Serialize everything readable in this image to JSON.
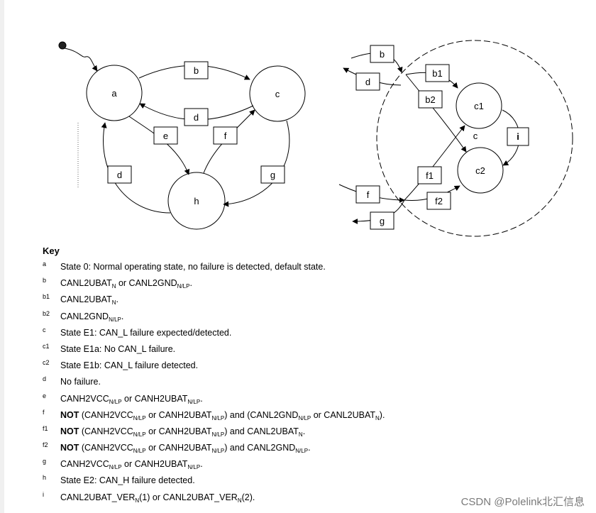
{
  "diagram_left": {
    "states": [
      {
        "id": "a",
        "label": "a"
      },
      {
        "id": "c",
        "label": "c"
      },
      {
        "id": "h",
        "label": "h"
      }
    ],
    "transitions": [
      {
        "id": "b-top",
        "label": "b"
      },
      {
        "id": "d-mid",
        "label": "d"
      },
      {
        "id": "e",
        "label": "e"
      },
      {
        "id": "f",
        "label": "f"
      },
      {
        "id": "d-left",
        "label": "d"
      },
      {
        "id": "g",
        "label": "g"
      }
    ]
  },
  "diagram_right": {
    "outer_state_label": "c",
    "states": [
      {
        "id": "c1",
        "label": "c1"
      },
      {
        "id": "c2",
        "label": "c2"
      }
    ],
    "transitions": [
      {
        "id": "b",
        "label": "b"
      },
      {
        "id": "d",
        "label": "d"
      },
      {
        "id": "b1",
        "label": "b1"
      },
      {
        "id": "b2",
        "label": "b2"
      },
      {
        "id": "i",
        "label": "i"
      },
      {
        "id": "f1",
        "label": "f1"
      },
      {
        "id": "f",
        "label": "f"
      },
      {
        "id": "f2",
        "label": "f2"
      },
      {
        "id": "g",
        "label": "g"
      }
    ]
  },
  "key": {
    "title": "Key",
    "items": [
      {
        "letter": "a",
        "parts": [
          {
            "t": "State 0: Normal operating state, no failure is detected, default state."
          }
        ]
      },
      {
        "letter": "b",
        "parts": [
          {
            "t": "CANL2UBAT"
          },
          {
            "sub": "N"
          },
          {
            "t": " or CANL2GND"
          },
          {
            "sub": "N/LP"
          },
          {
            "t": "."
          }
        ]
      },
      {
        "letter": "b1",
        "parts": [
          {
            "t": "CANL2UBAT"
          },
          {
            "sub": "N"
          },
          {
            "t": "."
          }
        ]
      },
      {
        "letter": "b2",
        "parts": [
          {
            "t": "CANL2GND"
          },
          {
            "sub": "N/LP"
          },
          {
            "t": "."
          }
        ]
      },
      {
        "letter": "c",
        "parts": [
          {
            "t": "State E1: CAN_L failure expected/detected."
          }
        ]
      },
      {
        "letter": "c1",
        "parts": [
          {
            "t": "State E1a: No CAN_L failure."
          }
        ]
      },
      {
        "letter": "c2",
        "parts": [
          {
            "t": "State E1b: CAN_L failure detected."
          }
        ]
      },
      {
        "letter": "d",
        "parts": [
          {
            "t": "No failure."
          }
        ]
      },
      {
        "letter": "e",
        "parts": [
          {
            "t": "CANH2VCC"
          },
          {
            "sub": "N/LP"
          },
          {
            "t": " or CANH2UBAT"
          },
          {
            "sub": "N/LP"
          },
          {
            "t": "."
          }
        ]
      },
      {
        "letter": "f",
        "parts": [
          {
            "b": "NOT"
          },
          {
            "t": " (CANH2VCC"
          },
          {
            "sub": "N/LP"
          },
          {
            "t": " or CANH2UBAT"
          },
          {
            "sub": "N/LP"
          },
          {
            "t": ") and (CANL2GND"
          },
          {
            "sub": "N/LP"
          },
          {
            "t": " or CANL2UBAT"
          },
          {
            "sub": "N"
          },
          {
            "t": ")."
          }
        ]
      },
      {
        "letter": "f1",
        "parts": [
          {
            "b": "NOT"
          },
          {
            "t": " (CANH2VCC"
          },
          {
            "sub": "N/LP"
          },
          {
            "t": " or CANH2UBAT"
          },
          {
            "sub": "N/LP"
          },
          {
            "t": ") and CANL2UBAT"
          },
          {
            "sub": "N"
          },
          {
            "t": "."
          }
        ]
      },
      {
        "letter": "f2",
        "parts": [
          {
            "b": "NOT"
          },
          {
            "t": " (CANH2VCC"
          },
          {
            "sub": "N/LP"
          },
          {
            "t": " or CANH2UBAT"
          },
          {
            "sub": "N/LP"
          },
          {
            "t": ") and CANL2GND"
          },
          {
            "sub": "N/LP"
          },
          {
            "t": "."
          }
        ]
      },
      {
        "letter": "g",
        "parts": [
          {
            "t": "CANH2VCC"
          },
          {
            "sub": "N/LP"
          },
          {
            "t": " or CANH2UBAT"
          },
          {
            "sub": "N/LP"
          },
          {
            "t": "."
          }
        ]
      },
      {
        "letter": "h",
        "parts": [
          {
            "t": "State E2: CAN_H failure detected."
          }
        ]
      },
      {
        "letter": "i",
        "parts": [
          {
            "t": "CANL2UBAT_VER"
          },
          {
            "sub": "N"
          },
          {
            "t": "(1) or CANL2UBAT_VER"
          },
          {
            "sub": "N"
          },
          {
            "t": "(2)."
          }
        ]
      }
    ]
  },
  "watermark": "CSDN @Polelink北汇信息"
}
